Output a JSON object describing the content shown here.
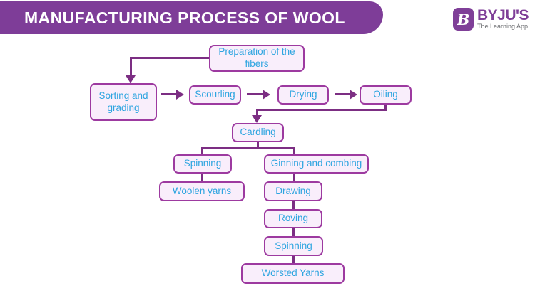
{
  "header": {
    "title": "MANUFACTURING PROCESS OF WOOL"
  },
  "logo": {
    "brand": "BYJU'S",
    "tagline": "The Learning App",
    "icon_letter": "B"
  },
  "colors": {
    "banner_bg": "#7e3d98",
    "box_border": "#9d3aa0",
    "box_fill": "#f9eefb",
    "box_text": "#2ea5e0",
    "connector": "#7c2e83",
    "logo_purple": "#7f3f98",
    "tagline_gray": "#6d6e71"
  },
  "flowchart": {
    "nodes": [
      {
        "id": "preparation",
        "label": "Preparation of the fibers"
      },
      {
        "id": "sorting",
        "label": "Sorting and grading"
      },
      {
        "id": "scourling",
        "label": "Scourling"
      },
      {
        "id": "drying",
        "label": "Drying"
      },
      {
        "id": "oiling",
        "label": "Oiling"
      },
      {
        "id": "cardling",
        "label": "Cardling"
      },
      {
        "id": "spinning",
        "label": "Spinning"
      },
      {
        "id": "ginning",
        "label": "Ginning and combing"
      },
      {
        "id": "woolen-yarns",
        "label": "Woolen yarns"
      },
      {
        "id": "drawing",
        "label": "Drawing"
      },
      {
        "id": "roving",
        "label": "Roving"
      },
      {
        "id": "spinning-2",
        "label": "Spinning"
      },
      {
        "id": "worsted-yarns",
        "label": "Worsted Yarns"
      }
    ],
    "edges": [
      {
        "from": "preparation",
        "to": "sorting",
        "arrowhead": true
      },
      {
        "from": "sorting",
        "to": "scourling",
        "arrowhead": true
      },
      {
        "from": "scourling",
        "to": "drying",
        "arrowhead": true
      },
      {
        "from": "drying",
        "to": "oiling",
        "arrowhead": true
      },
      {
        "from": "oiling",
        "to": "cardling",
        "arrowhead": true
      },
      {
        "from": "cardling",
        "to": "spinning",
        "arrowhead": false
      },
      {
        "from": "cardling",
        "to": "ginning",
        "arrowhead": false
      },
      {
        "from": "spinning",
        "to": "woolen-yarns",
        "arrowhead": false
      },
      {
        "from": "ginning",
        "to": "drawing",
        "arrowhead": false
      },
      {
        "from": "drawing",
        "to": "roving",
        "arrowhead": false
      },
      {
        "from": "roving",
        "to": "spinning-2",
        "arrowhead": false
      },
      {
        "from": "spinning-2",
        "to": "worsted-yarns",
        "arrowhead": false
      }
    ]
  }
}
